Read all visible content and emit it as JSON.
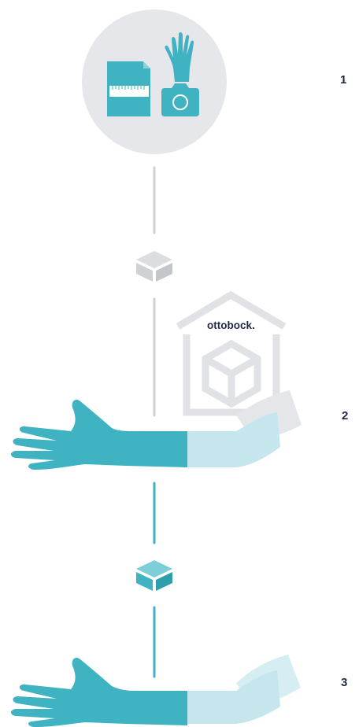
{
  "steps": [
    {
      "number": "1"
    },
    {
      "number": "2"
    },
    {
      "number": "3"
    }
  ],
  "brand": {
    "name": "ottobock."
  },
  "colors": {
    "teal": "#3fb3c2",
    "light_teal": "#c6e6ee",
    "gray_line": "#cfd1d5",
    "circle_gray": "#e6e7ea",
    "navy_text": "#1f2a44"
  },
  "icons": [
    "document-measure-icon",
    "hand-icon",
    "camera-icon",
    "package-icon",
    "warehouse-icon",
    "arm-socket-icon"
  ]
}
